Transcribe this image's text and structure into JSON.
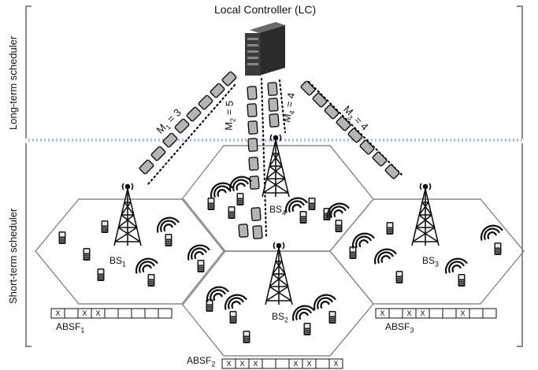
{
  "title": "Local Controller (LC)",
  "side_labels": {
    "long_term": "Long-term scheduler",
    "short_term": "Short-term scheduler"
  },
  "links": {
    "m1": {
      "prefix": "M",
      "sub": "1",
      "eq": " = 3"
    },
    "m2": {
      "prefix": "M",
      "sub": "2",
      "eq": " = 5"
    },
    "m3": {
      "prefix": "M",
      "sub": "3",
      "eq": " = 4"
    },
    "m4": {
      "prefix": "M",
      "sub": "4",
      "eq": " = 4"
    }
  },
  "base_stations": {
    "bs1": {
      "prefix": "BS",
      "sub": "1"
    },
    "bs2": {
      "prefix": "BS",
      "sub": "2"
    },
    "bs3": {
      "prefix": "BS",
      "sub": "3"
    },
    "bs4": {
      "prefix": "BS",
      "sub": "4"
    }
  },
  "absf": {
    "absf1": {
      "prefix": "ABSF",
      "sub": "1",
      "marks": [
        1,
        0,
        1,
        1,
        0,
        0,
        0,
        0,
        0
      ]
    },
    "absf2": {
      "prefix": "ABSF",
      "sub": "2",
      "marks": [
        1,
        1,
        1,
        0,
        0,
        1,
        1,
        0,
        1
      ]
    },
    "absf3": {
      "prefix": "ABSF",
      "sub": "3",
      "marks": [
        1,
        0,
        1,
        1,
        0,
        0,
        1,
        0,
        0
      ]
    },
    "mark_char": "X"
  },
  "colors": {
    "hex_stroke": "#8a8a8a",
    "divider": "#a9c4e0",
    "block_fill": "#b5b5b5",
    "server_fill": "#3c3c3c"
  }
}
